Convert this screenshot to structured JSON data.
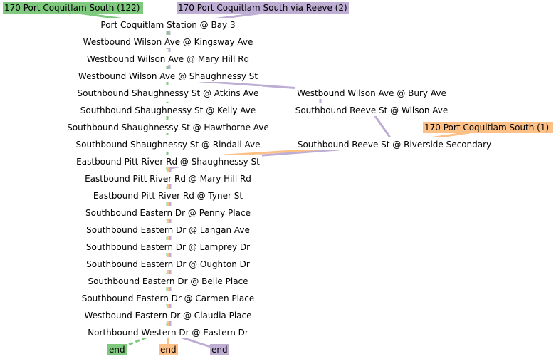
{
  "colors": {
    "green": "#7fc97f",
    "orange": "#fdc086",
    "purple": "#beaed4"
  },
  "routes": [
    {
      "id": "green",
      "label": "170 Port Coquitlam South (122)",
      "color": "#7fc97f"
    },
    {
      "id": "purple",
      "label": "170 Port Coquitlam South via Reeve (2)",
      "color": "#beaed4"
    },
    {
      "id": "orange",
      "label": "170 Port Coquitlam South (1)",
      "color": "#fdc086"
    }
  ],
  "stops": {
    "main": [
      "Port Coquitlam Station @ Bay 3",
      "Westbound Wilson Ave @ Kingsway Ave",
      "Westbound Wilson Ave @ Mary Hill Rd",
      "Westbound Wilson Ave @ Shaughnessy St",
      "Southbound Shaughnessy St @ Atkins Ave",
      "Southbound Shaughnessy St @ Kelly Ave",
      "Southbound Shaughnessy St @ Hawthorne Ave",
      "Southbound Shaughnessy St @ Rindall Ave",
      "Eastbound Pitt River Rd @ Shaughnessy St",
      "Eastbound Pitt River Rd @ Mary Hill Rd",
      "Eastbound Pitt River Rd @ Tyner St",
      "Southbound Eastern Dr @ Penny Place",
      "Southbound Eastern Dr @ Langan Ave",
      "Southbound Eastern Dr @ Lamprey Dr",
      "Southbound Eastern Dr @ Oughton Dr",
      "Southbound Eastern Dr @ Belle Place",
      "Southbound Eastern Dr @ Carmen Place",
      "Westbound Eastern Dr @ Claudia Place",
      "Northbound Western Dr @ Eastern Dr"
    ],
    "branch": [
      "Westbound Wilson Ave @ Bury Ave",
      "Southbound Reeve St @ Wilson Ave",
      "Southbound Reeve St @ Riverside Secondary"
    ]
  },
  "end_labels": [
    {
      "text": "end",
      "color": "#7fc97f"
    },
    {
      "text": "end",
      "color": "#fdc086"
    },
    {
      "text": "end",
      "color": "#beaed4"
    }
  ]
}
